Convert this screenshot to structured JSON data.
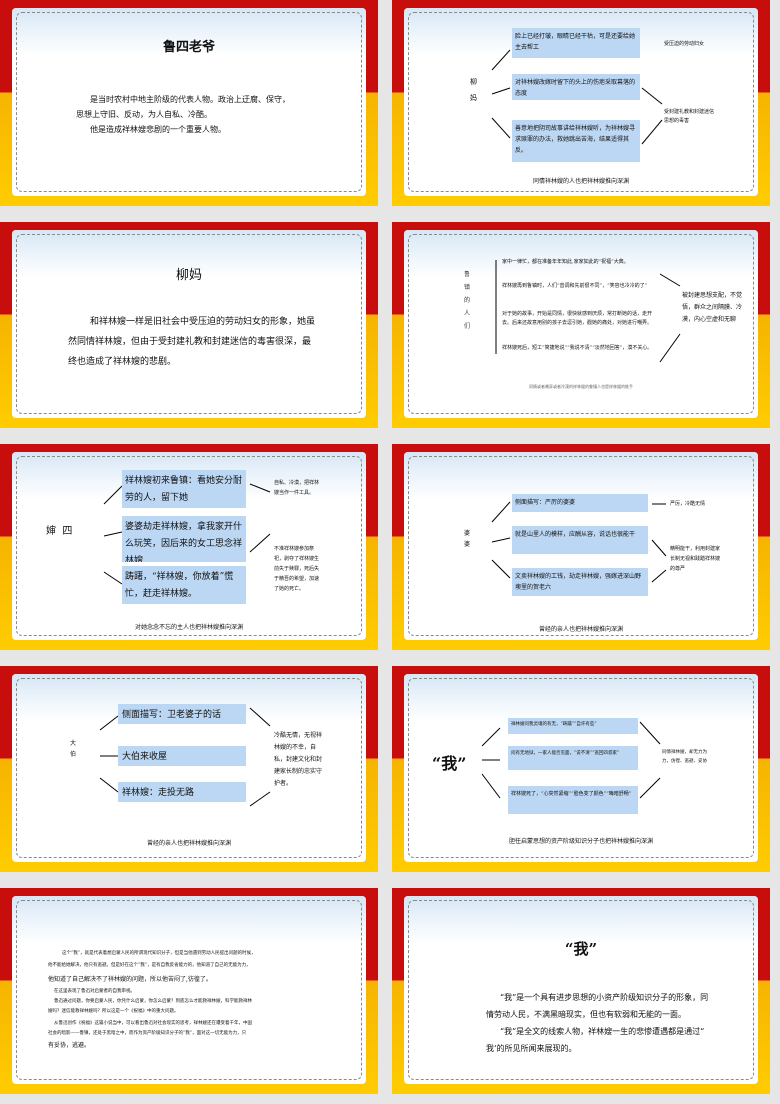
{
  "s1": {
    "title": "鲁四老爷",
    "lines": [
      "是当时农村中地主阶级的代表人物。政治上迂腐、保守，",
      "思想上守旧、反动，为人自私、冷酷。",
      "他是造成祥林嫂悲剧的一个重要人物。"
    ]
  },
  "s2": {
    "side": "柳\n妈",
    "boxes": [
      "脸上已经打皱，眼睛已经干枯，可是还要给她主去帮工",
      "对祥林嫂改嫁时留下的头上的伤疤采取幕落的态度",
      "善意地把阴司故事讲给祥林嫂听，为祥林嫂寻求赎罪的办法，救她跳出苦海，结果适得其反。"
    ],
    "right1": "受压迫的劳动妇女",
    "right2": "受封建礼教和封建迷信思想的毒害",
    "caption": "同情祥林嫂的人也把祥林嫂推向深渊"
  },
  "s3": {
    "title": "柳妈",
    "lines": [
      "和祥林嫂一样是旧社会中受压迫的劳动妇女的形象，她虽",
      "然同情祥林嫂，但由于受封建礼教和封建迷信的毒害很深，最",
      "终也造成了祥林嫂的悲剧。"
    ]
  },
  "s4": {
    "side": "鲁\n镇\n的\n人\n们",
    "items": [
      "家中一律忙，都在准备年年知此,家家如此的“祝福”大典。",
      "祥林嫂再到鲁镇时，人们“音调和先前很不同”，“笑容也冷冷的了”",
      "对于她的故事，开始是同情，很快就感到厌烦，常打断她的话，走开去。后来还故意用别的孩子去逗引她，戳她的痛处，对她进行嘲弄。",
      "祥林嫂死后，短工“简捷地说”“我说不清”“淡然地回答”，漠不关心。"
    ],
    "right": "被封建思想支配，不觉悟，群众之间隔膜、冷漠，内心空虚和无聊",
    "caption": "同情或者嘲弄或者冷漠的祥林嫂的鲁镇人也是祥林嫂的推手"
  },
  "s5": {
    "side": "婶  四",
    "boxes": [
      "祥林嫂初来鲁镇：看她安分耐劳的人，留下她",
      "婆婆劫走祥林嫂，拿我家开什么玩笑，因后来的女工思念祥林嫂",
      "踌躇，“祥林嫂，你放着”慌忙，赶走祥林嫂。"
    ],
    "right1": "自私、冷漠，把祥林嫂当作一件工具。",
    "right2": "不准祥林嫂参加祭祀，剥夺了祥林嫂生前失于赎罪，死后失于精吾的希望，加速了她的死亡。",
    "caption": "对她念念不忘的主人也把祥林嫂推向深渊"
  },
  "s6": {
    "side": "婆\n婆",
    "boxes": [
      "侧面描写：严厉的婆婆",
      "就是山里人的模样，应酬从容，说话也很能干",
      "文卖祥林嫂的工钱，劫走祥林嫂，强嫁进深山野墺里的贺老六"
    ],
    "right1": "严厉，冷酷无情",
    "right2": "精明能干，利用封建家长制无视和践踏祥林嫂的尊严",
    "caption": "曾经的亲人也把祥林嫂推向深渊"
  },
  "s7": {
    "side": "大\n伯",
    "boxes": [
      "侧面描写：卫老婆子的话",
      "大伯来收屋",
      "祥林嫂：走投无路"
    ],
    "right": "冷酷无情，无视祥林嫂的不幸，自私，封建文化和封建家长制的忠实守护者。",
    "caption": "曾经的亲人也把祥林嫂推向深渊"
  },
  "s8": {
    "side": "“我”",
    "boxes": [
      "祥林嫂问我灵魂的有无，“踌躇”“自许有些”",
      "问有无地狱，一家人能否见面，“说不清”“逃回四叔家”",
      "祥林嫂死了，“心突然紧缩”“脸色变了颜色”“晦暗舒畅”"
    ],
    "right": "同情祥林嫂，却无力为力，仿徨、逃避、妥协",
    "caption": "胆任启蒙思想的资产阶级知识分子也把祥林嫂推向深渊"
  },
  "s9": {
    "lines": [
      "这个“我”，就是代表着想启蒙人民的所谓现代知识分子，但是当他遇到劳动人民提出问题的时候，",
      "他不能给她解决，他只有逃避。但是好在这个“我”，是有自我反省能力的，他知道了自己的无能为力，",
      "他知道了自己解决不了祥林嫂的问题，所以他苦闷了,彷徨了。",
      "在这里表现了鲁迅对启蒙者的自我审视。",
      "鲁迅通过问题，你要启蒙人民，你凭什么启蒙，你怎么启蒙？到底怎么才能救祥林嫂，科学能救祥林",
      "嫂吗？迷信能救祥林嫂吗？所以这是一个《祝福》中的重大问题。",
      "从鲁迅创作《祝福》这篇小说当中，可以看出鲁迅对社会现实的思考，祥林嫂还在遭受着千年，中国",
      "社会的暗影——鲁镇，还处于黑暗之中，而作为资产阶级知识分子的“我”，面对这一切无能为力，只",
      "有妥协，逃避。"
    ]
  },
  "s10": {
    "title": "“我”",
    "lines": [
      "“我”是一个具有进步思想的小资产阶级知识分子的形象，同",
      "情劳动人民，不满黑暗现实，但也有软弱和无能的一面。",
      "“我”是全文的线索人物，祥林嫂一生的悲惨遭遇都是通过“",
      "我‘的所见所闻来展现的。"
    ]
  }
}
